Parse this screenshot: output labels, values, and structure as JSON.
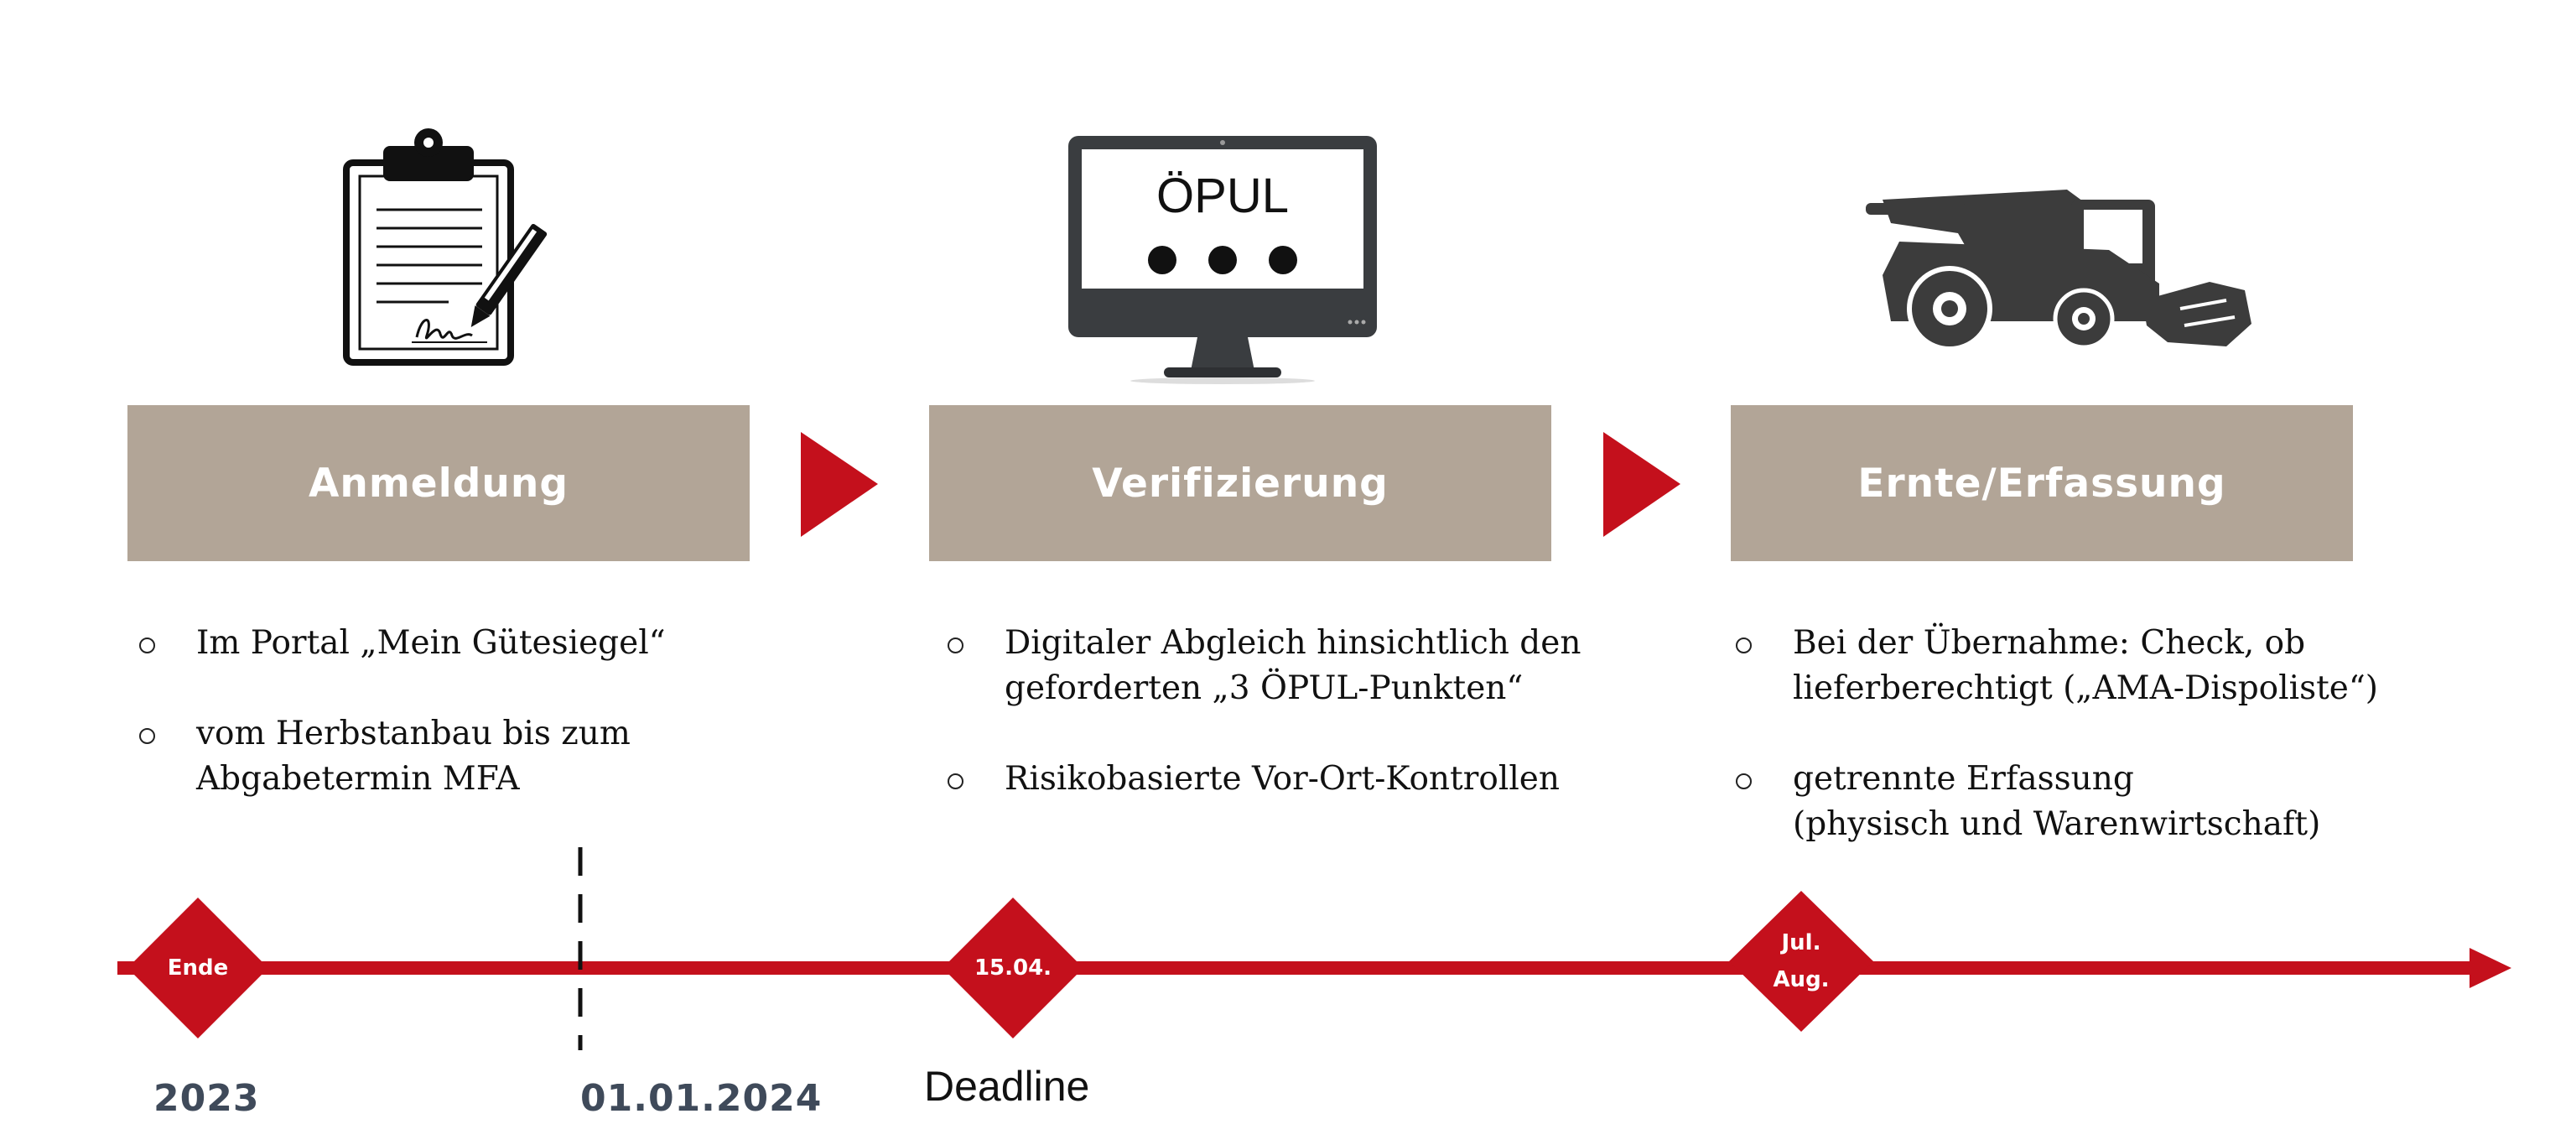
{
  "stages": [
    {
      "label": "Anmeldung",
      "icon": "clipboard-signature-icon",
      "bullets": [
        "Im Portal „Mein Gütesiegel“",
        "vom Herbstanbau bis zum\nAbgabetermin MFA"
      ]
    },
    {
      "label": "Verifizierung",
      "icon": "monitor-icon",
      "screen_text": "ÖPUL",
      "bullets": [
        "Digitaler Abgleich hinsichtlich den\ngeforderten „3 ÖPUL-Punkten“",
        "Risikobasierte Vor-Ort-Kontrollen"
      ]
    },
    {
      "label": "Ernte/Erfassung",
      "icon": "combine-harvester-icon",
      "bullets": [
        "Bei der Übernahme: Check, ob\nlieferberechtigt („AMA-Dispoliste“)",
        "getrennte Erfassung\n(physisch und Warenwirtschaft)"
      ]
    }
  ],
  "timeline": {
    "markers": [
      "Ende",
      "15.04.",
      "Jul.\nAug."
    ],
    "dates": [
      "2023",
      "01.01.2024"
    ],
    "deadline": "Deadline"
  },
  "colors": {
    "accent_red": "#c4101c",
    "stage_box": "#b2a597",
    "icon_dark": "#3c3c3c",
    "date_text": "#3f4a5a"
  }
}
